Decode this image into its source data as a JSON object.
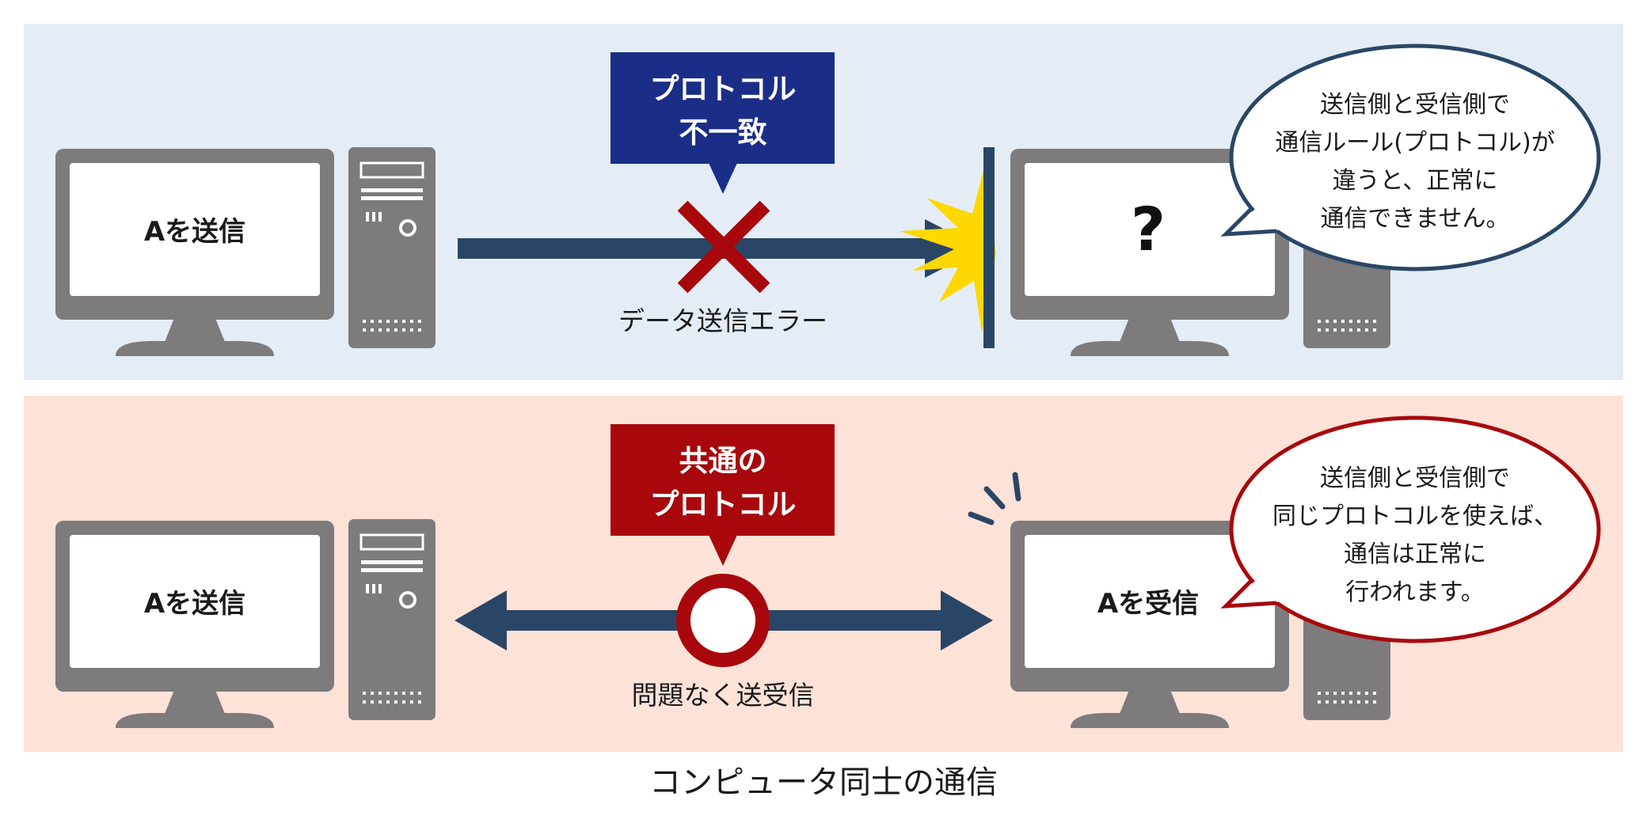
{
  "colors": {
    "panel_top": "#e4edf6",
    "panel_bottom": "#fde2d8",
    "navy": "#1b2e87",
    "arrow": "#2a4666",
    "red": "#a8080c",
    "gray": "#7d7b7c",
    "yellow": "#ffd800",
    "bubble_top_border": "#2a4666",
    "bubble_bottom_border": "#a8080c"
  },
  "top_panel": {
    "left_screen_text": "Aを送信",
    "right_screen_text": "?",
    "label_box": [
      "プロトコル",
      "不一致"
    ],
    "status_mark": "cross",
    "caption": "データ送信エラー",
    "bubble_lines": [
      "送信側と受信側で",
      "通信ルール(プロトコル)が",
      "違うと、正常に",
      "通信できません。"
    ]
  },
  "bottom_panel": {
    "left_screen_text": "Aを送信",
    "right_screen_text": "Aを受信",
    "label_box": [
      "共通の",
      "プロトコル"
    ],
    "status_mark": "circle",
    "caption": "問題なく送受信",
    "bubble_lines": [
      "送信側と受信側で",
      "同じプロトコルを使えば、",
      "通信は正常に",
      "行われます。"
    ]
  },
  "footer_caption": "コンピュータ同士の通信"
}
